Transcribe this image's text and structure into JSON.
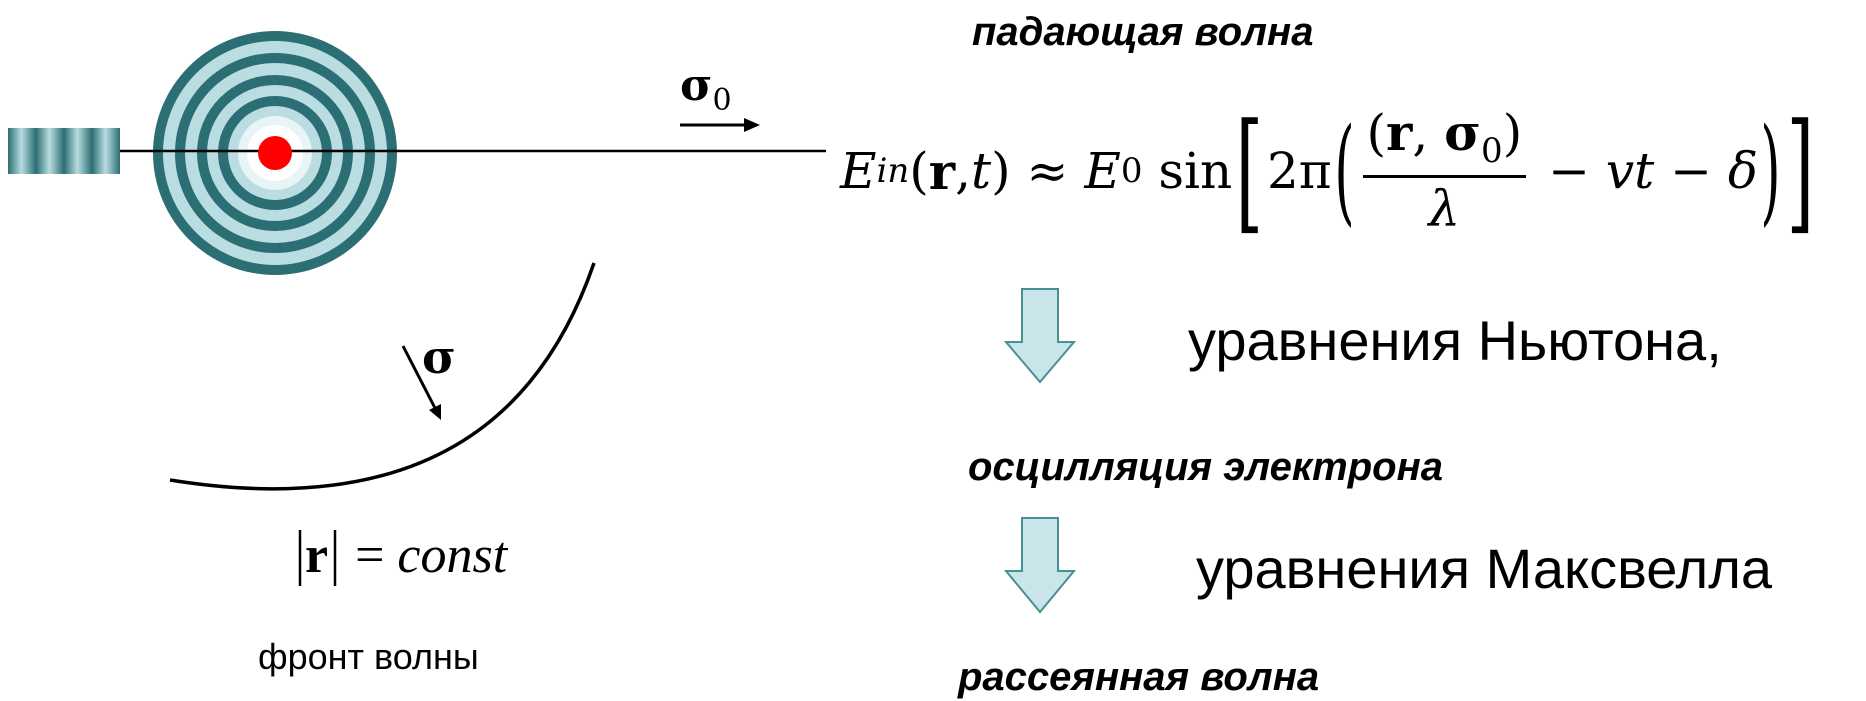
{
  "headings": {
    "incident": "падающая волна",
    "oscillation": "осцилляция электрона",
    "scattered": "рассеянная волна"
  },
  "steps": {
    "newton": "уравнения Ньютона,",
    "maxwell": "уравнения Максвелла"
  },
  "formula": {
    "lhs_symbol": "E",
    "lhs_sub": "in",
    "lhs_args_open": "(",
    "r": "r",
    "comma": ", ",
    "t": "t",
    "lhs_args_close": ")",
    "approx": " ≈ ",
    "amp_symbol": "E",
    "amp_sub": "0",
    "sin": " sin",
    "two_pi": "2π",
    "num_open": "(",
    "num_r": "r",
    "num_comma": ", ",
    "num_sigma": "σ",
    "num_sigma_sub": "0",
    "num_close": ")",
    "den": "λ",
    "minus_vt": " − ",
    "v": "v",
    "t2": "t",
    "minus_delta": " − ",
    "delta": "δ"
  },
  "labels": {
    "sigma0": "σ",
    "sigma0_sub": "0",
    "sigma": "σ",
    "r_abs": "r",
    "equals": " = ",
    "const": "const",
    "wavefront": "фронт волны"
  },
  "colors": {
    "ring_dark": "#2b6e73",
    "ring_light": "#b9dde0",
    "center": "#ff0000",
    "arrow_fill": "#c8e6ea",
    "arrow_stroke": "#4a8f96"
  }
}
